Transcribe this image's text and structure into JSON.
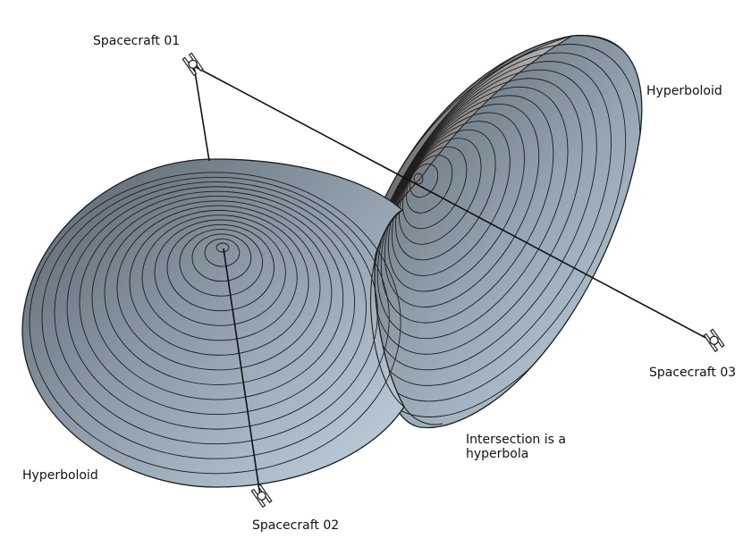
{
  "labels": {
    "spacecraft_01": "Spacecraft 01",
    "spacecraft_02": "Spacecraft 02",
    "spacecraft_03": "Spacecraft 03",
    "hyperboloid_right": "Hyperboloid",
    "hyperboloid_left": "Hyperboloid",
    "intersection": "Intersection is a hyperbola"
  },
  "colors": {
    "surface_dark": "#5f6a72",
    "surface_mid": "#8f9eaa",
    "surface_light": "#bccfdb",
    "inner_dark": "#777777",
    "inner_light": "#b5b5b5",
    "contour": "#1e1e1e"
  },
  "icons": {
    "spacecraft": "satellite-icon"
  }
}
